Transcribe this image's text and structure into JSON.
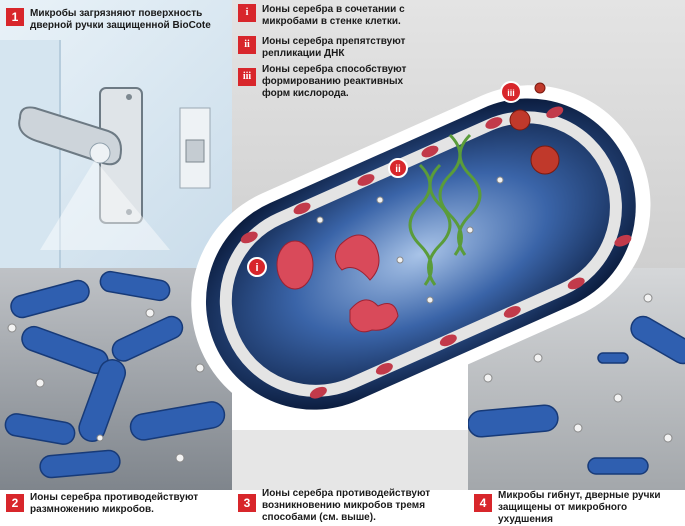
{
  "steps": [
    {
      "number": "1",
      "text": "Микробы загрязняют поверхность дверной ручки защищенной  BioCote"
    },
    {
      "number": "2",
      "text": "Ионы серебра противодействуют размножению микробов."
    },
    {
      "number": "3",
      "text": "Ионы серебра противодействуют возникновению микробов тремя способами (см. выше)."
    },
    {
      "number": "4",
      "text": "Микробы гибнут, дверные ручки защищены от микробного ухудшения"
    }
  ],
  "mechanisms": [
    {
      "numeral": "i",
      "text": "Ионы серебра в сочетании с микробами в стенке клетки."
    },
    {
      "numeral": "ii",
      "text": "Ионы серебра препятствуют репликации ДНК"
    },
    {
      "numeral": "iii",
      "text": "Ионы серебра способствуют формированию реактивных форм кислорода."
    }
  ],
  "colors": {
    "accent": "#d8262b",
    "cell": "#0a1a3c",
    "microbe": "#2f5fb0"
  }
}
